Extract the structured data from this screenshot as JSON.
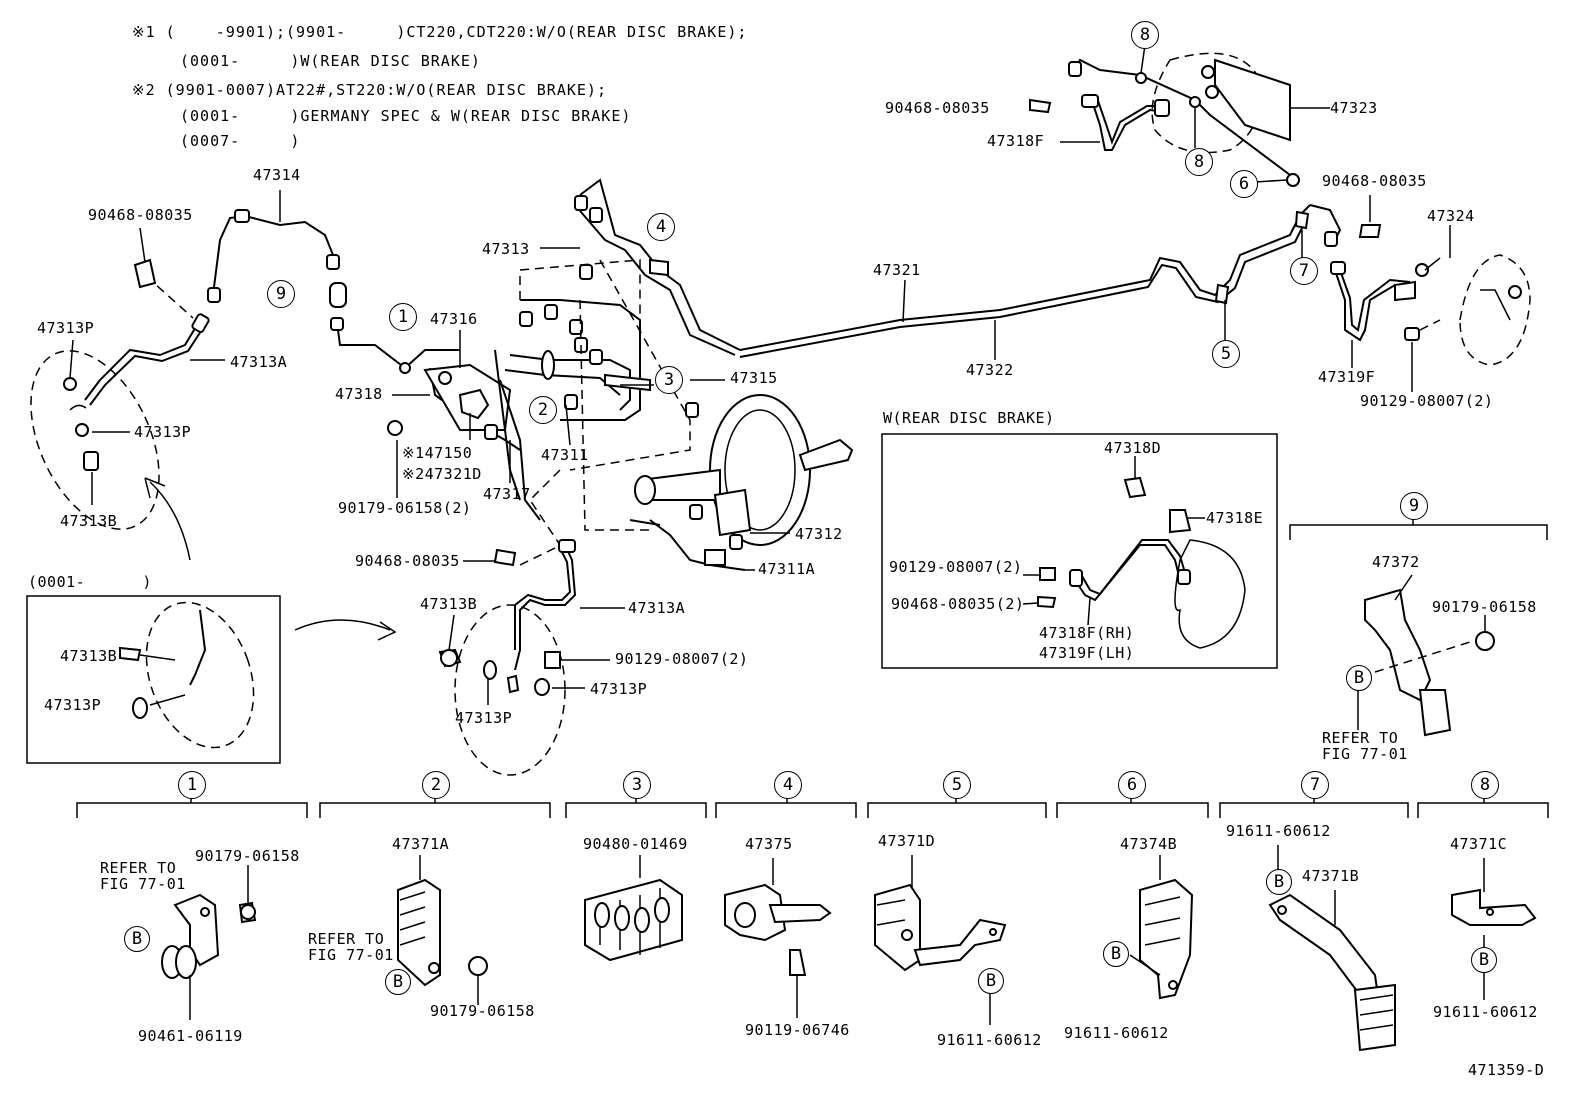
{
  "notes": {
    "n1a": "※1 (    -9901);(9901-     )CT220,CDT220:W/O(REAR DISC BRAKE);",
    "n1b": "(0001-     )W(REAR DISC BRAKE)",
    "n2a": "※2 (9901-0007)AT22#,ST220:W/O(REAR DISC BRAKE);",
    "n2b": "(0001-     )GERMANY SPEC & W(REAR DISC BRAKE)",
    "n2c": "(0007-     )"
  },
  "labels": {
    "p47314": "47314",
    "p90468a": "90468-08035",
    "p47313P_1": "47313P",
    "p47313A_1": "47313A",
    "p47313P_2": "47313P",
    "p47313B_1": "47313B",
    "p0001": "(0001-      )",
    "p47313B_2": "47313B",
    "p47313P_3": "47313P",
    "p47316": "47316",
    "p47318": "47318",
    "p47313": "47313",
    "p47150": "※147150",
    "p47321D": "※247321D",
    "p47317": "47317",
    "p90179a": "90179-06158(2)",
    "p47311": "47311",
    "p47315": "47315",
    "p47312": "47312",
    "p47311A": "47311A",
    "p90468b": "90468-08035",
    "p47313B_3": "47313B",
    "p47313A_2": "47313A",
    "p90129a": "90129-08007(2)",
    "p47313P_4": "47313P",
    "p47313P_5": "47313P",
    "p47321": "47321",
    "p47322": "47322",
    "p90468c": "90468-08035",
    "p47318F_top": "47318F",
    "p47323": "47323",
    "p90468d": "90468-08035",
    "p47324": "47324",
    "p47319F": "47319F",
    "p90129b": "90129-08007(2)",
    "rdb_title": "W(REAR DISC BRAKE)",
    "p47318D": "47318D",
    "p47318E": "47318E",
    "p90129c": "90129-08007(2)",
    "p90468e": "90468-08035(2)",
    "p47318F_rh": "47318F(RH)",
    "p47319F_lh": "47319F(LH)",
    "p47372": "47372",
    "p90179b": "90179-06158",
    "refer9a": "REFER TO",
    "refer9b": "FIG 77-01",
    "s1_refer_a": "REFER TO",
    "s1_refer_b": "FIG 77-01",
    "s1_90179": "90179-06158",
    "s1_90461": "90461-06119",
    "s2_47371A": "47371A",
    "s2_refer_a": "REFER TO",
    "s2_refer_b": "FIG 77-01",
    "s2_90179": "90179-06158",
    "s3_90480": "90480-01469",
    "s4_47375": "47375",
    "s4_90119": "90119-06746",
    "s5_47371D": "47371D",
    "s5_91611": "91611-60612",
    "s6_47374B": "47374B",
    "s6_91611": "91611-60612",
    "s7_91611": "91611-60612",
    "s7_47371B": "47371B",
    "s8_47371C": "47371C",
    "s8_91611": "91611-60612",
    "figure_id": "471359-D"
  },
  "callouts": {
    "c1": "1",
    "c2": "2",
    "c3": "3",
    "c4": "4",
    "c5": "5",
    "c6": "6",
    "c7": "7",
    "c8a": "8",
    "c8b": "8",
    "c9": "9",
    "h1": "1",
    "h2": "2",
    "h3": "3",
    "h4": "4",
    "h5": "5",
    "h6": "6",
    "h7": "7",
    "h8": "8",
    "h9": "9",
    "bref": "B"
  }
}
